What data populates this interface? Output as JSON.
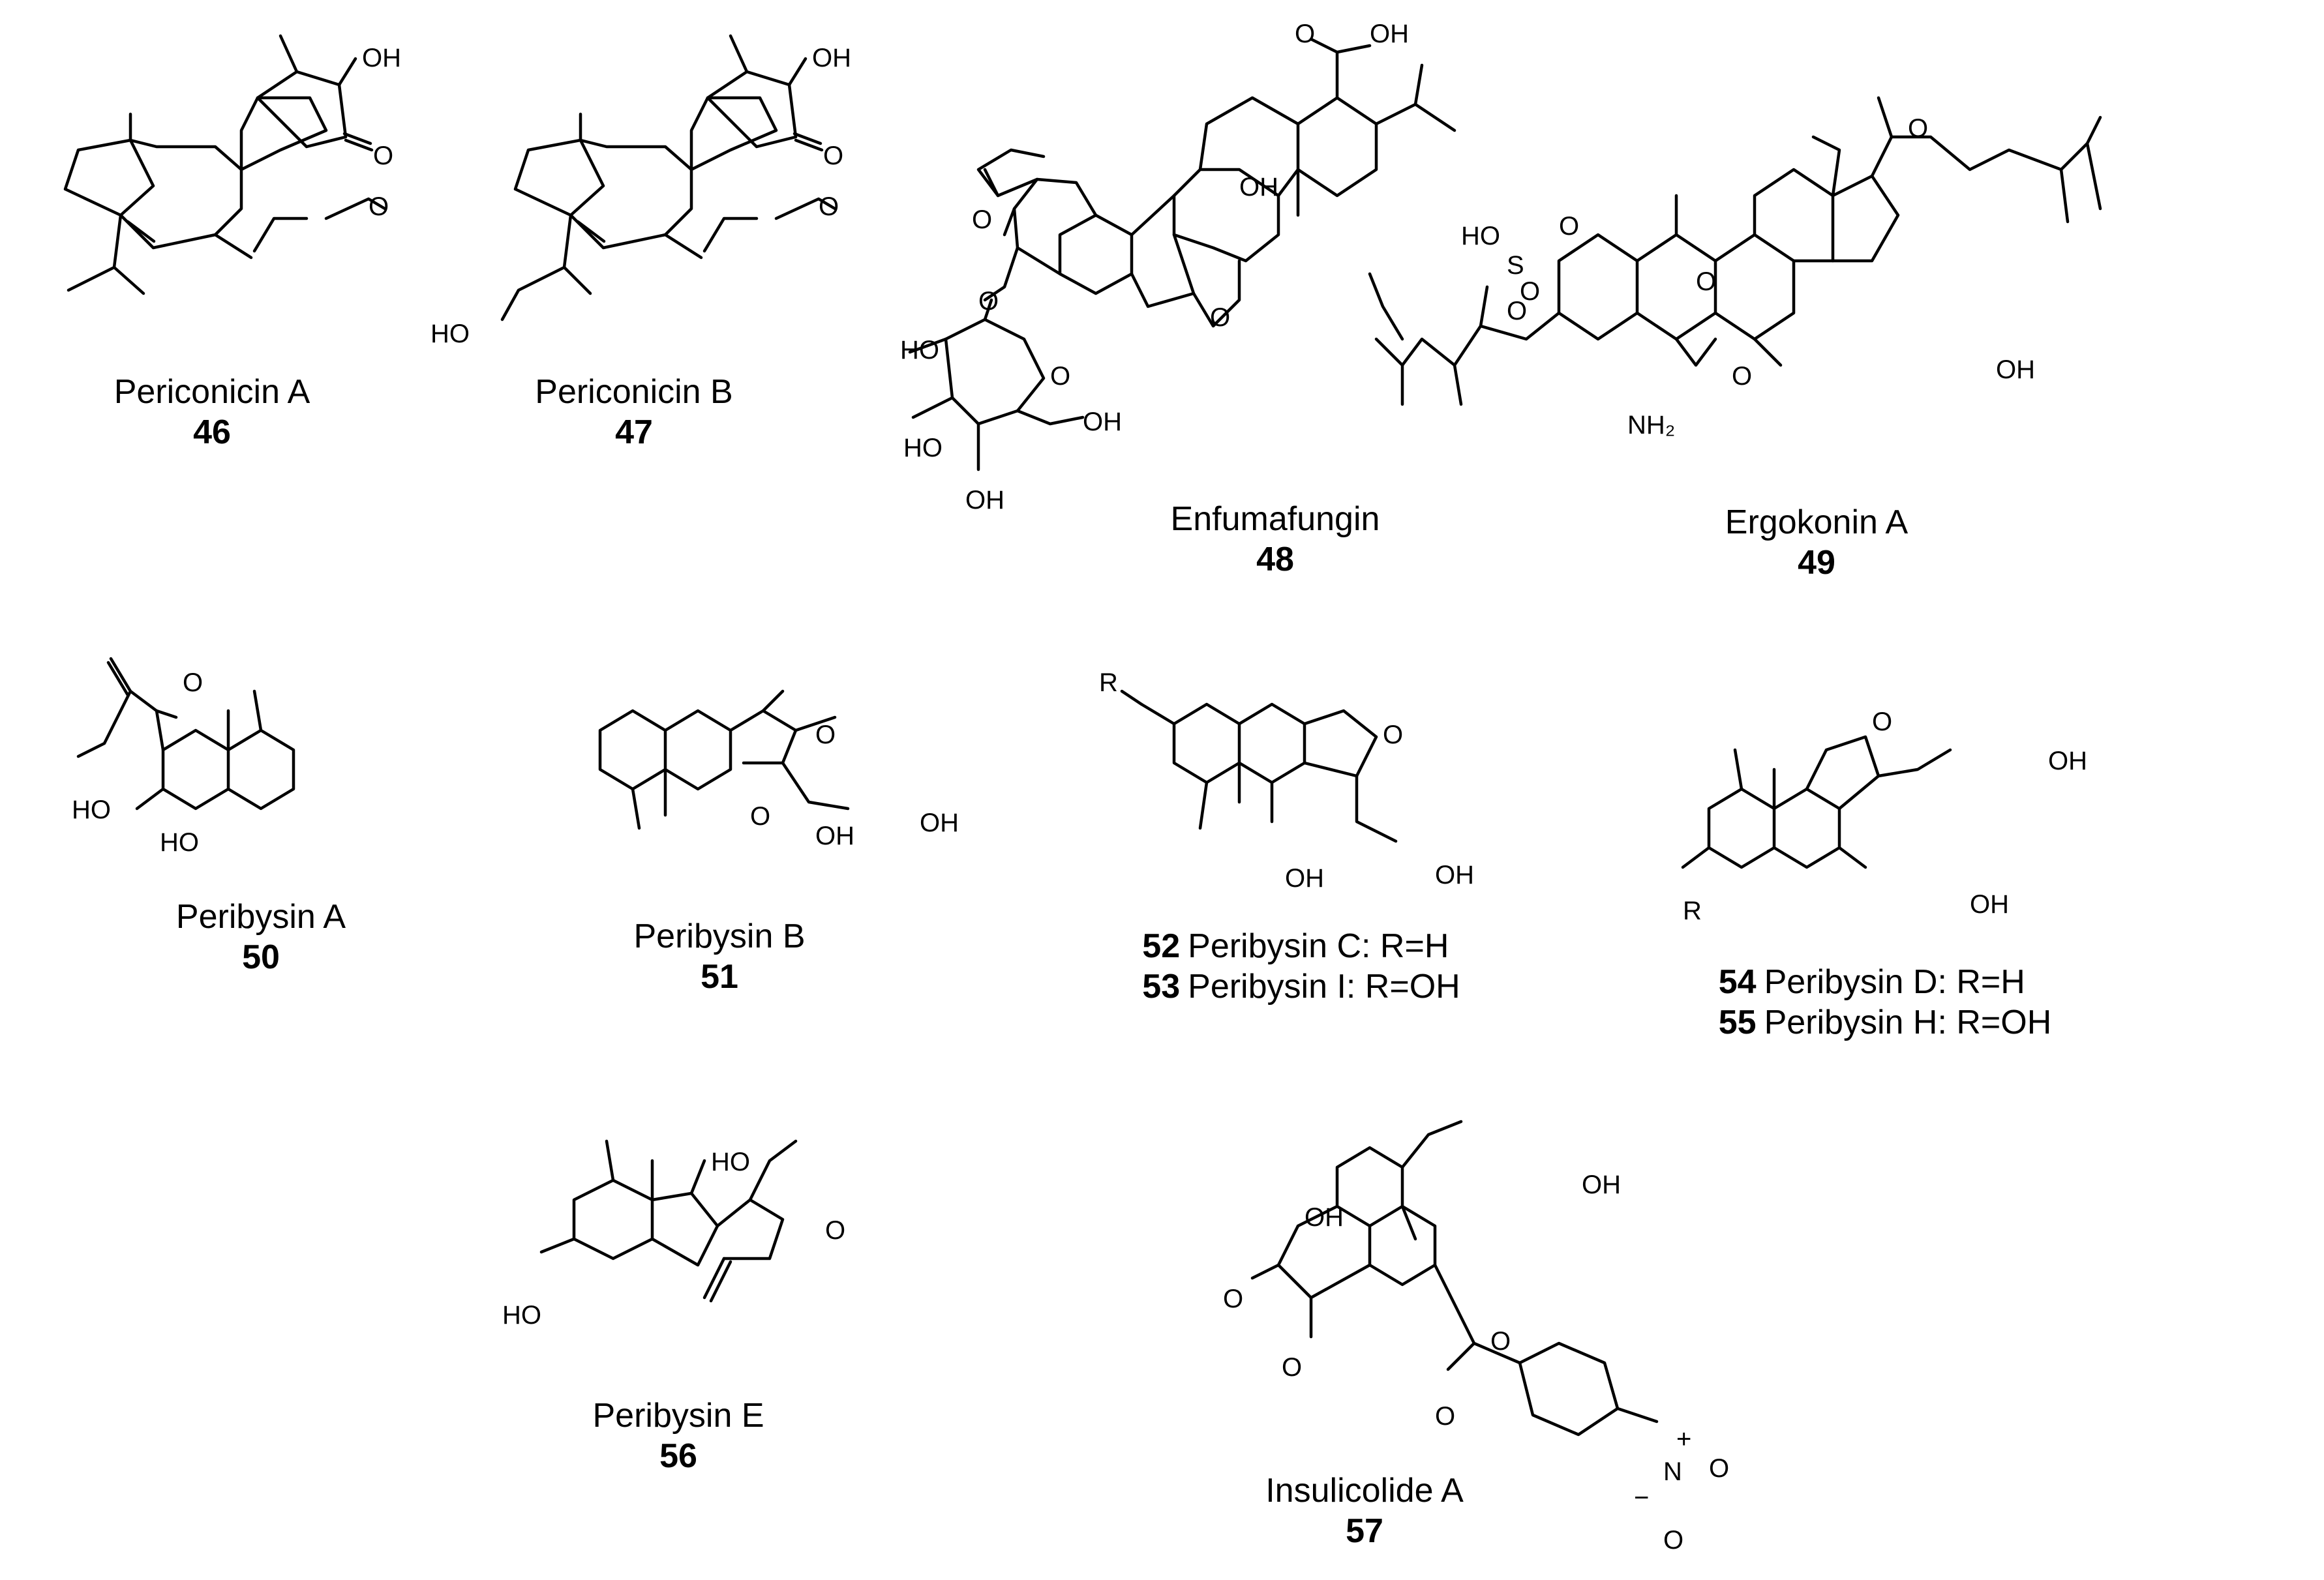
{
  "compounds": [
    {
      "name": "Periconicin A",
      "number": "46"
    },
    {
      "name": "Periconicin B",
      "number": "47"
    },
    {
      "name": "Enfumafungin",
      "number": "48"
    },
    {
      "name": "Ergokonin A",
      "number": "49"
    },
    {
      "name": "Peribysin A",
      "number": "50"
    },
    {
      "name": "Peribysin B",
      "number": "51"
    },
    {
      "name": "Peribysin C: R=H",
      "number": "52"
    },
    {
      "name": "Peribysin I: R=OH",
      "number": "53"
    },
    {
      "name": "Peribysin D: R=H",
      "number": "54"
    },
    {
      "name": "Peribysin H: R=OH",
      "number": "55"
    },
    {
      "name": "Peribysin E",
      "number": "56"
    },
    {
      "name": "Insulicolide A",
      "number": "57"
    }
  ],
  "atom_labels": {
    "oh": "OH",
    "ho": "HO",
    "o": "O",
    "r": "R",
    "nh2": "NH₂",
    "s": "S",
    "n": "N",
    "plus": "+",
    "minus": "−"
  }
}
